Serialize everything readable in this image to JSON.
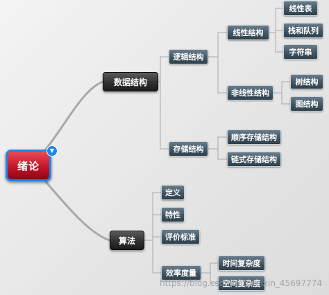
{
  "root": {
    "label": "绪论"
  },
  "branches": {
    "data_structure": {
      "label": "数据结构"
    },
    "logical_structure": {
      "label": "逻辑结构"
    },
    "linear_structure": {
      "label": "线性结构"
    },
    "linear_list": {
      "label": "线性表"
    },
    "stack_queue": {
      "label": "栈和队列"
    },
    "string": {
      "label": "字符串"
    },
    "nonlinear_structure": {
      "label": "非线性结构"
    },
    "tree": {
      "label": "树结构"
    },
    "graph": {
      "label": "图结构"
    },
    "storage_structure": {
      "label": "存储结构"
    },
    "sequential_storage": {
      "label": "顺序存储结构"
    },
    "linked_storage": {
      "label": "链式存储结构"
    },
    "algorithm": {
      "label": "算法"
    },
    "definition": {
      "label": "定义"
    },
    "characteristics": {
      "label": "特性"
    },
    "evaluation": {
      "label": "评价标准"
    },
    "efficiency": {
      "label": "效率度量"
    },
    "time_complexity": {
      "label": "时间复杂度"
    },
    "space_complexity": {
      "label": "空间复杂度"
    }
  },
  "watermark": {
    "text": "https://blog.csdn.net/weixin_45697774"
  },
  "colors": {
    "root_fill": "#c31628",
    "root_border": "#1f86e8",
    "main_fill": "#2d2d2d",
    "sub_fill": "#445866",
    "connector": "#a8a8a8"
  }
}
